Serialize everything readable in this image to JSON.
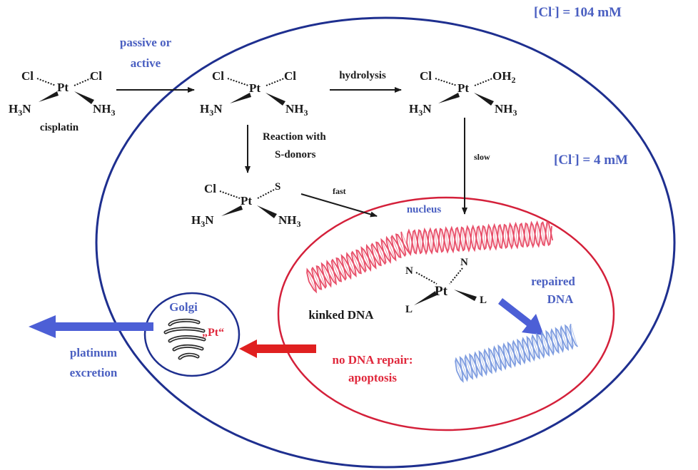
{
  "concentrations": {
    "outside": {
      "pre": "[Cl",
      "sup": "-",
      "post": "] = 104 mM"
    },
    "inside": {
      "pre": "[Cl",
      "sup": "-",
      "post": "] = 4 mM"
    }
  },
  "uptake": {
    "line1": "passive or",
    "line2": "active"
  },
  "molecules": {
    "cisplatin_outside": {
      "ligand_tl": "Cl",
      "ligand_tr": "Cl",
      "center": "Pt",
      "ligand_bl": "H3N",
      "ligand_br": "NH3",
      "name": "cisplatin"
    },
    "cisplatin_inside": {
      "ligand_tl": "Cl",
      "ligand_tr": "Cl",
      "center": "Pt",
      "ligand_bl": "H3N",
      "ligand_br": "NH3"
    },
    "aqua_complex": {
      "ligand_tl": "Cl",
      "ligand_tr": "OH2",
      "center": "Pt",
      "ligand_bl": "H3N",
      "ligand_br": "NH3"
    },
    "s_complex": {
      "ligand_tl": "Cl",
      "ligand_tr": "S",
      "center": "Pt",
      "ligand_bl": "H3N",
      "ligand_br": "NH3"
    },
    "dna_adduct": {
      "ligand_tl": "N",
      "ligand_tr": "N",
      "center": "Pt",
      "ligand_bl": "L",
      "ligand_br": "L"
    }
  },
  "arrows": {
    "hydrolysis": "hydrolysis",
    "s_donors": {
      "line1": "Reaction with",
      "line2": "S-donors"
    },
    "slow": "slow",
    "fast": "fast"
  },
  "nucleus": {
    "label": "nucleus"
  },
  "dna": {
    "kinked_label": "kinked DNA",
    "repaired": {
      "line1": "repaired",
      "line2": "DNA"
    },
    "no_repair": {
      "line1": "no DNA repair:",
      "line2": "apoptosis"
    }
  },
  "golgi": {
    "label": "Golgi",
    "pt_label": "„Pt“"
  },
  "excretion": {
    "line1": "platinum",
    "line2": "excretion"
  },
  "colors": {
    "cell_border": "#1e2f8f",
    "nucleus_border": "#d4203a",
    "dna_pink": "#e8506a",
    "dna_blue": "#7f9de0",
    "label_blue": "#4a5fc1",
    "label_red": "#e0283c",
    "arrow_blue": "#4c5fd6",
    "arrow_red": "#e02020"
  }
}
